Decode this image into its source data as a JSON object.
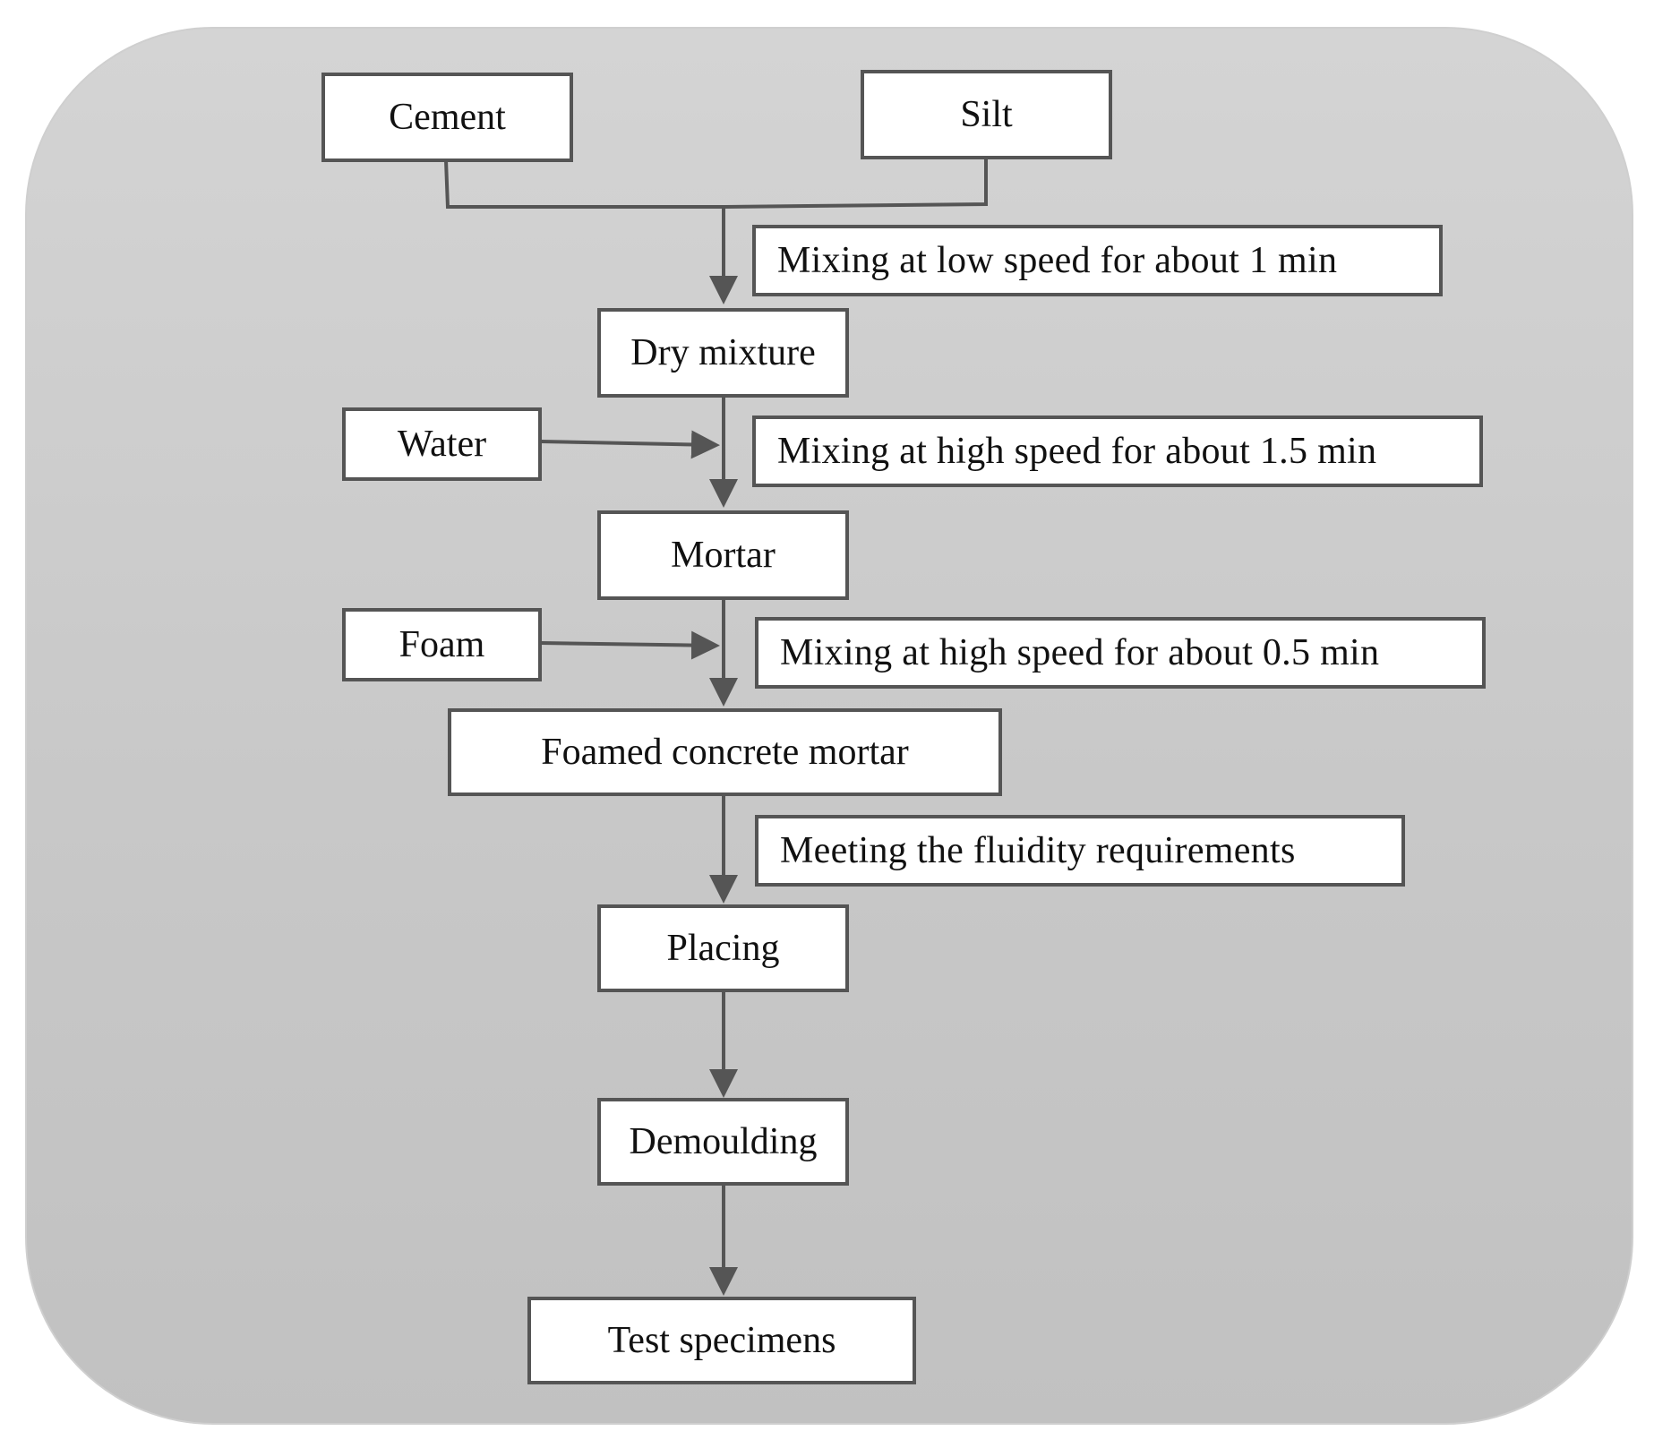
{
  "diagram": {
    "nodes": {
      "cement": "Cement",
      "silt": "Silt",
      "dry_mixture": "Dry mixture",
      "water": "Water",
      "mortar": "Mortar",
      "foam": "Foam",
      "foamed_concrete_mortar": "Foamed concrete mortar",
      "placing": "Placing",
      "demoulding": "Demoulding",
      "test_specimens": "Test specimens"
    },
    "notes": {
      "mix_low_1min": "Mixing at low speed for about 1 min",
      "mix_high_1_5min": "Mixing at high speed for about 1.5 min",
      "mix_high_0_5min": "Mixing at high speed for about 0.5 min",
      "fluidity": "Meeting the fluidity requirements"
    },
    "colors": {
      "panel": "#cbcbcb",
      "box_fill": "#ffffff",
      "line": "#555555",
      "text": "#111111"
    }
  }
}
